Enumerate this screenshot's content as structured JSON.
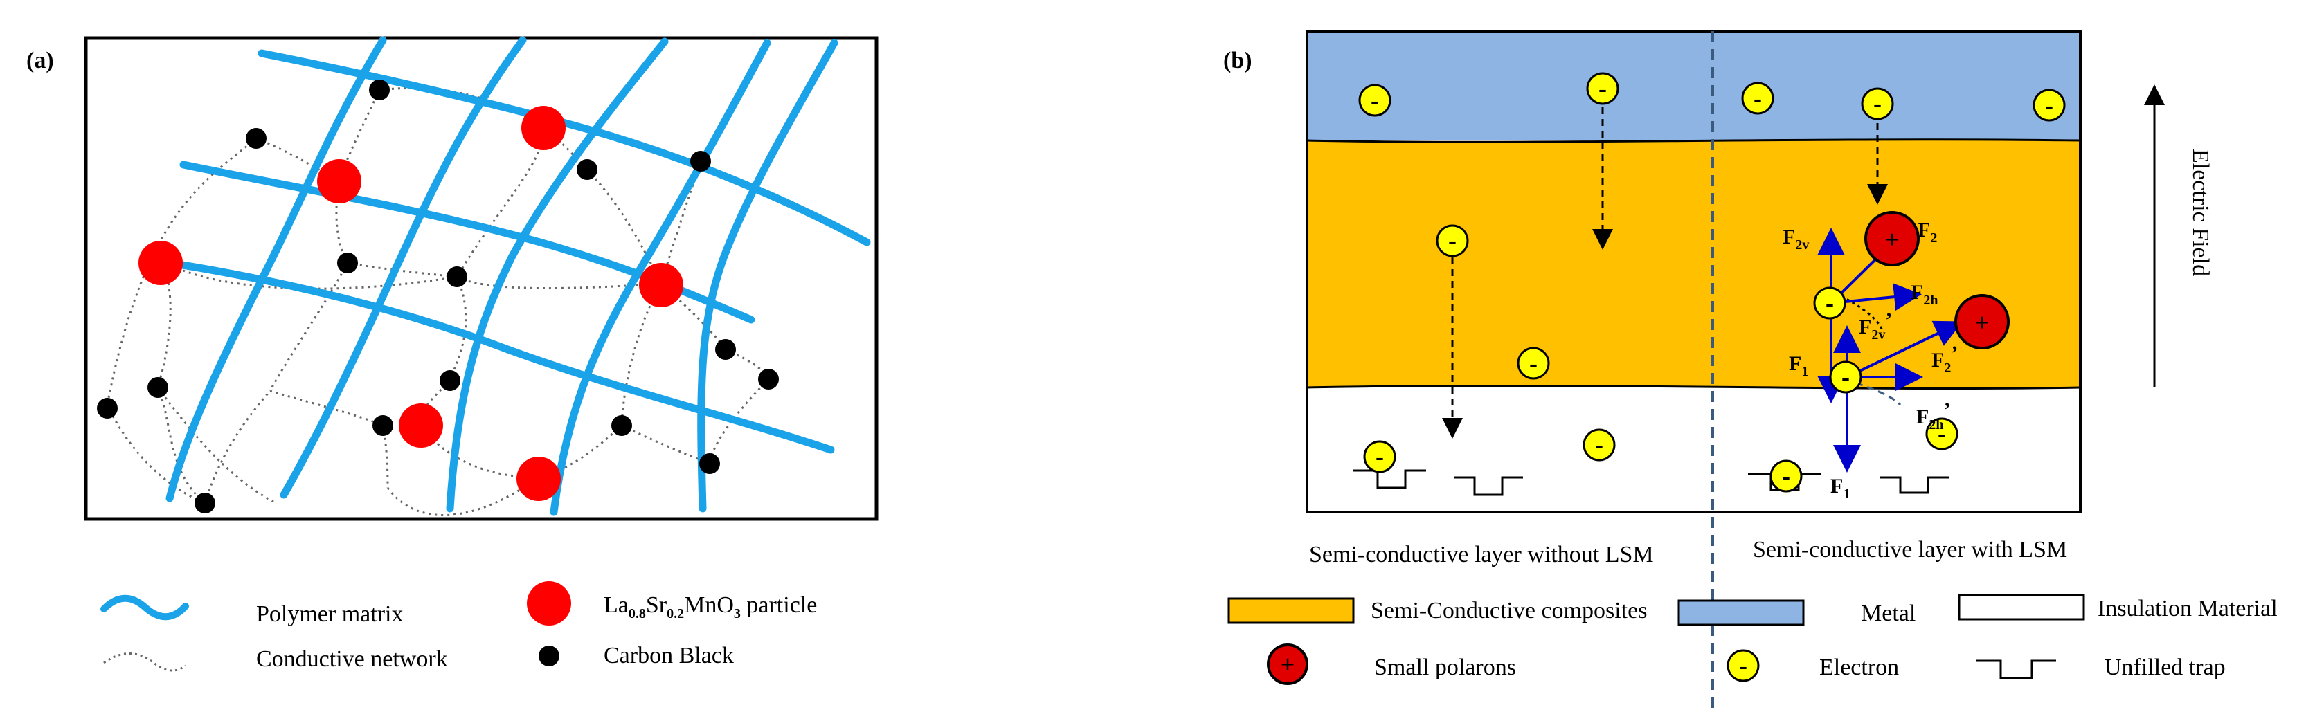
{
  "panel_a": {
    "label": "(a)",
    "legend": {
      "polymer_matrix": "Polymer matrix",
      "conductive_network": "Conductive network",
      "lsm_particle": {
        "prefix": "La",
        "sub1": "0.8",
        "mid": "Sr",
        "sub2": "0.2",
        "suffix": "MnO",
        "sub3": "3",
        "tail": " particle"
      },
      "carbon_black": "Carbon Black"
    }
  },
  "panel_b": {
    "label": "(b)",
    "axis_label": "Electric Field",
    "left_caption": "Semi-conductive layer without LSM",
    "right_caption": "Semi-conductive layer with LSM",
    "electron_sign": "-",
    "polaron_sign": "+",
    "forces": {
      "F2": {
        "main": "F",
        "sub": "2",
        "prime": ""
      },
      "F2v": {
        "main": "F",
        "sub": "2v",
        "prime": ""
      },
      "F2h": {
        "main": "F",
        "sub": "2h",
        "prime": ""
      },
      "F2v_p": {
        "main": "F",
        "sub": "2v",
        "prime": "’"
      },
      "F1": {
        "main": "F",
        "sub": "1",
        "prime": ""
      },
      "F2_p": {
        "main": "F",
        "sub": "2",
        "prime": "’"
      },
      "F2h_p": {
        "main": "F",
        "sub": "2h",
        "prime": "’"
      },
      "F1_low": {
        "main": "F",
        "sub": "1",
        "prime": ""
      }
    },
    "legend": {
      "semi_conductive": "Semi-Conductive composites",
      "metal": "Metal",
      "insulation": "Insulation Material",
      "small_polarons": "Small polarons",
      "electron": "Electron",
      "unfilled_trap": "Unfilled trap"
    }
  },
  "colors": {
    "polymer": "#1aa3e8",
    "lsm_red": "#ff0000",
    "carbon": "#000000",
    "metal": "#8db4e2",
    "semi": "#ffc000",
    "electron": "#ffff00",
    "polaron": "#e00000",
    "force_arrow": "#0000cc"
  }
}
